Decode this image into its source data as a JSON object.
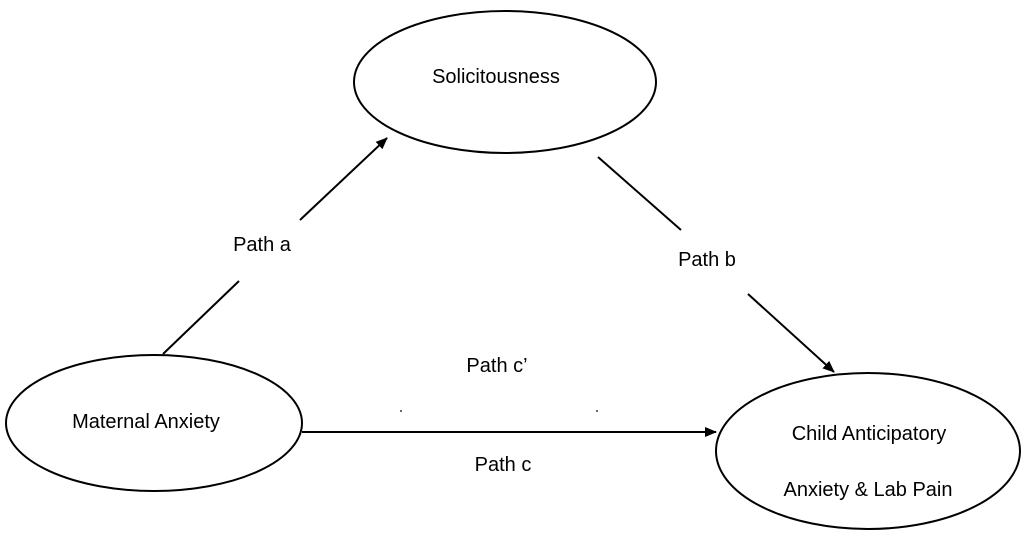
{
  "nodes": {
    "solicitousness": {
      "label": "Solicitousness"
    },
    "maternal_anxiety": {
      "label": "Maternal Anxiety"
    },
    "child_outcome": {
      "label_line1": "Child Anticipatory",
      "label_line2": "Anxiety & Lab Pain"
    }
  },
  "edges": {
    "path_a": {
      "label": "Path a"
    },
    "path_b": {
      "label": "Path b"
    },
    "path_c_prime": {
      "label": "Path c’"
    },
    "path_c": {
      "label": "Path c"
    }
  },
  "colors": {
    "stroke": "#000000",
    "background": "#ffffff"
  }
}
